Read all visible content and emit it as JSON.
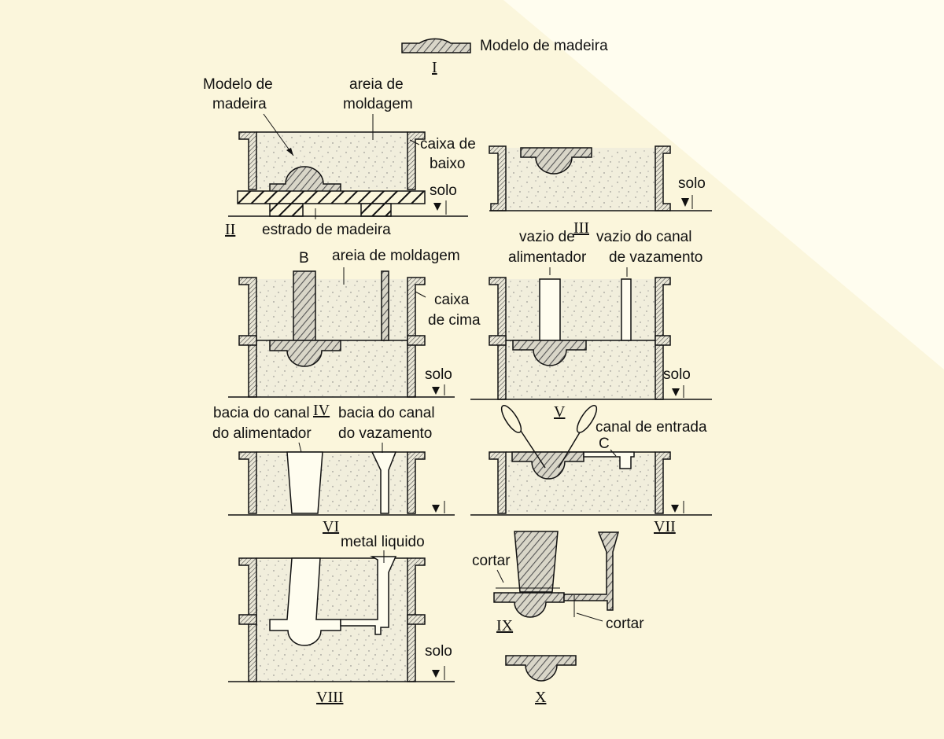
{
  "colors": {
    "background": "#fbf6dc",
    "sand": "#f1eedc",
    "ink": "#111111",
    "hatch": "#6a6a6a"
  },
  "figure": {
    "I": {
      "numeral": "I",
      "model_label": "Modelo de madeira"
    },
    "II": {
      "numeral": "II",
      "model_line1": "Modelo de",
      "model_line2": "madeira",
      "sand_line1": "areia de",
      "sand_line2": "moldagem",
      "flask_line1": "caixa de",
      "flask_line2": "baixo",
      "ground": "solo",
      "board": "estrado de madeira"
    },
    "III": {
      "numeral": "III",
      "ground": "solo"
    },
    "IV": {
      "numeral": "IV",
      "marker": "B",
      "sand": "areia de moldagem",
      "flask_line1": "caixa",
      "flask_line2": "de cima",
      "ground": "solo"
    },
    "V": {
      "numeral": "V",
      "riser_line1": "vazio de",
      "riser_line2": "alimentador",
      "sprue_line1": "vazio do canal",
      "sprue_line2": "de vazamento",
      "ground": "solo"
    },
    "VI": {
      "numeral": "VI",
      "riser_basin_line1": "bacia do canal",
      "riser_basin_line2": "do alimentador",
      "sprue_basin_line1": "bacia do canal",
      "sprue_basin_line2": "do vazamento"
    },
    "VII": {
      "numeral": "VII",
      "gate": "canal de entrada",
      "marker": "C"
    },
    "VIII": {
      "numeral": "VIII",
      "metal": "metal liquido",
      "ground": "solo"
    },
    "IX": {
      "numeral": "IX",
      "cut1": "cortar",
      "cut2": "cortar"
    },
    "X": {
      "numeral": "X"
    }
  }
}
